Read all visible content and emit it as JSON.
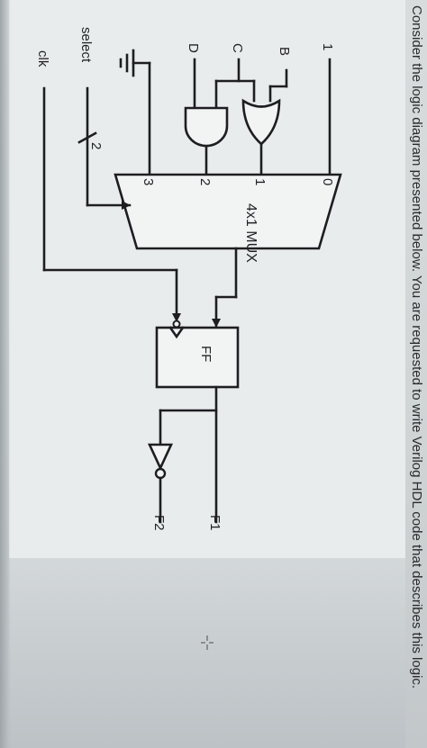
{
  "question": "Consider the logic diagram presented below. You are requested to write Verilog HDL code that describes this logic.",
  "diagram": {
    "inputs": {
      "one": "1",
      "b": "B",
      "c": "C",
      "d": "D",
      "select": "select",
      "clk": "clk",
      "bus_width": "2"
    },
    "mux": {
      "label": "4x1 MUX",
      "in0": "0",
      "in1": "1",
      "in2": "2",
      "in3": "3"
    },
    "flipflop": {
      "label": "FF"
    },
    "outputs": {
      "f1": "F1",
      "f2": "F2"
    }
  }
}
